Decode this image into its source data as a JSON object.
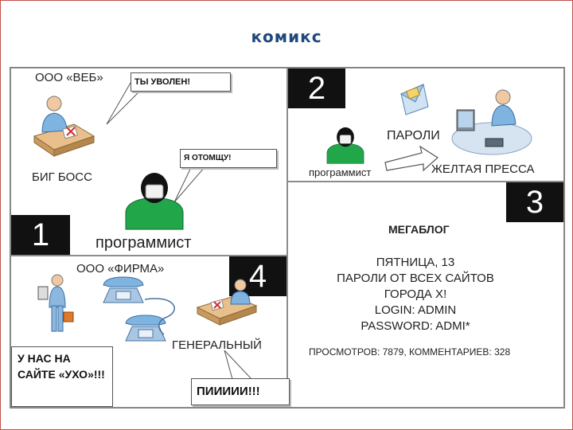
{
  "title": "комикс",
  "panels": [
    {
      "number": "1",
      "company": "ООО «ВЕБ»",
      "boss_label": "БИГ БОСС",
      "programmer_label": "программист",
      "boss_speech": "ТЫ УВОЛЕН!",
      "programmer_speech": "Я ОТОМЩУ!",
      "icons": [
        "boss-at-desk-icon",
        "programmer-icon"
      ]
    },
    {
      "number": "2",
      "programmer_label": "программист",
      "passwords_label": "ПАРОЛИ",
      "press_label": "ЖЕЛТАЯ ПРЕССА",
      "icons": [
        "programmer-icon",
        "envelope-icon",
        "journalist-at-computer-icon",
        "arrow-icon"
      ]
    },
    {
      "number": "3",
      "blog_title": "МЕГАБЛОГ",
      "post_lines": [
        "ПЯТНИЦА, 13",
        "ПАРОЛИ ОТ ВСЕХ САЙТОВ",
        "ГОРОДА Х!",
        "LOGIN: ADMIN",
        "PASSWORD: ADMI*"
      ],
      "stats": "ПРОСМОТРОВ: 7879, КОММЕНТАРИЕВ: 328"
    },
    {
      "number": "4",
      "company": "ООО «ФИРМА»",
      "director_label": "ГЕНЕРАЛЬНЫЙ",
      "client_speech": "У НАС НА САЙТЕ «УХО»!!!",
      "director_speech": "ПИИИИИ!!!",
      "icons": [
        "businessman-with-briefcase-icon",
        "telephone-icon",
        "telephone-icon",
        "director-at-desk-icon"
      ]
    }
  ],
  "colors": {
    "title": "#1f497d",
    "programmer": "#22a64a",
    "figure_blue": "#5b9bd5",
    "number_box": "#111111",
    "slide_border": "#c0504d"
  }
}
